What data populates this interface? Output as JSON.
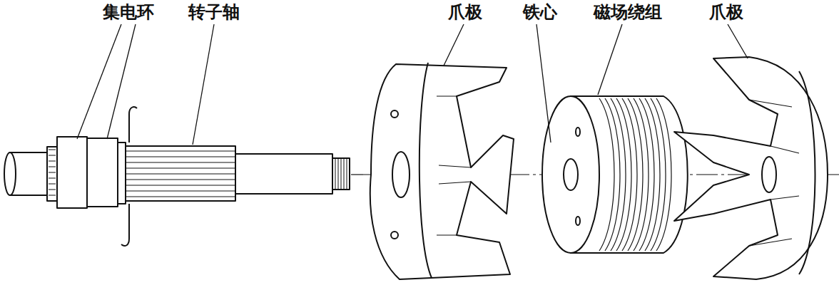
{
  "diagram": {
    "labels": [
      "集电环",
      "转子轴",
      "爪极",
      "铁心",
      "磁场绕组",
      "爪极"
    ]
  }
}
